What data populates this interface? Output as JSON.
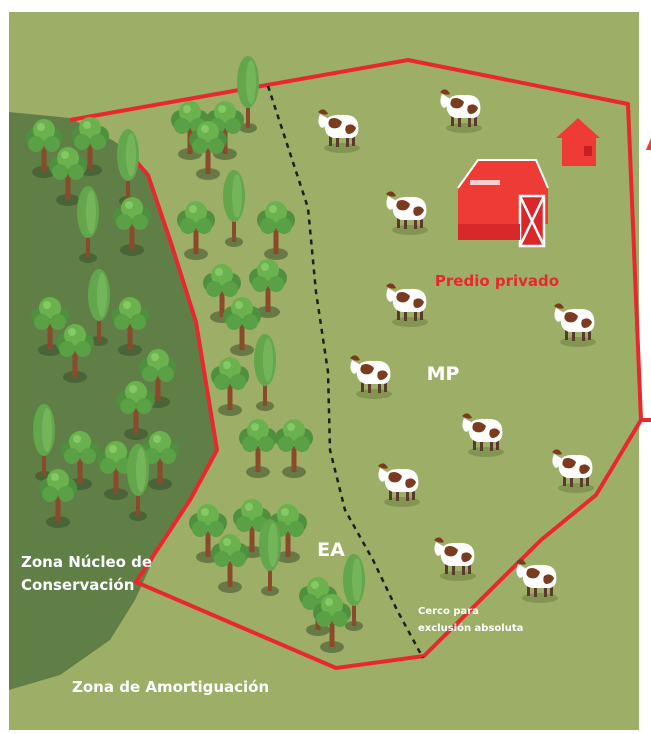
{
  "labels": {
    "core_zone_line1": "Zona Núcleo de",
    "core_zone_line2": "Conservación",
    "buffer_zone": "Zona de Amortiguación",
    "private_property": "Predio privado",
    "mp": "MP",
    "ea": "EA",
    "fence_line1": "Cerco para",
    "fence_line2": "exclusión absoluta"
  },
  "colors": {
    "buffer_zone": "#9daf66",
    "core_zone": "#5f7f47",
    "property_boundary": "#e8282e",
    "barn": "#ef3b36",
    "tree_canopy": "#63a64c",
    "tree_trunk": "#8a4a2c"
  },
  "icons": [
    "tree-icon",
    "cow-icon",
    "barn-icon",
    "house-icon"
  ]
}
